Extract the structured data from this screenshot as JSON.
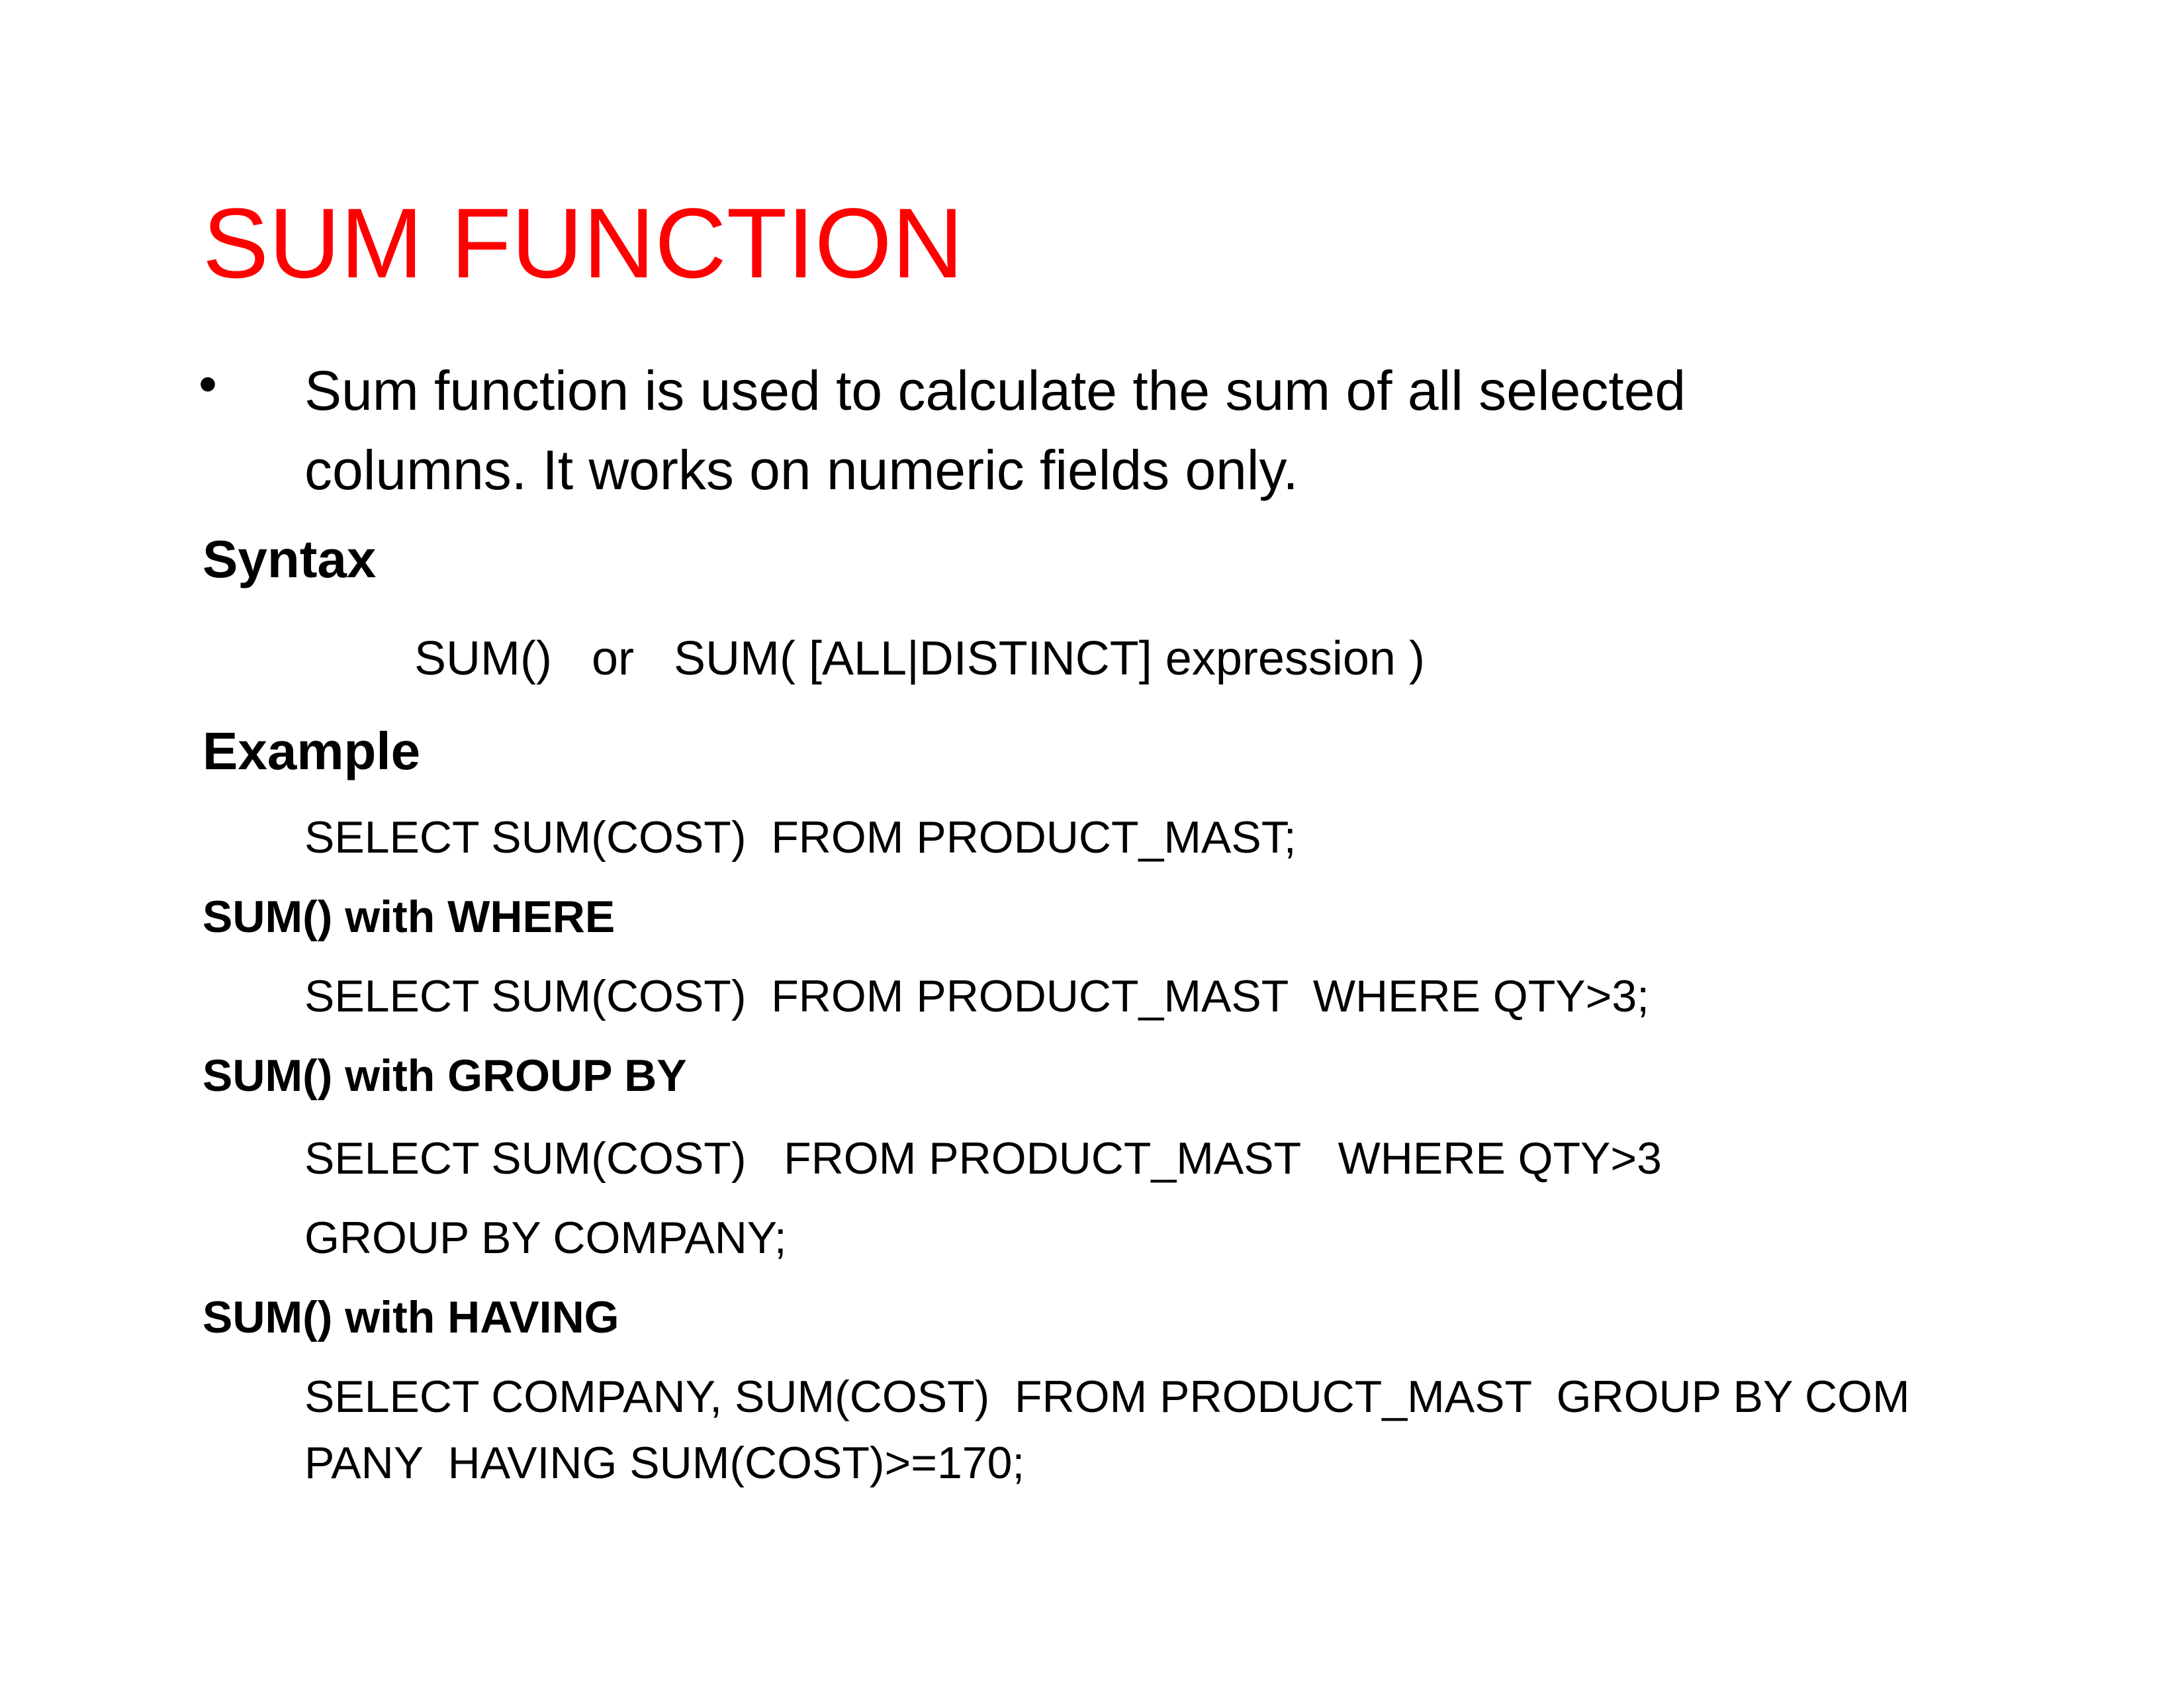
{
  "title": "SUM FUNCTION",
  "bullet": {
    "symbol": "•",
    "line1": "Sum function is used to calculate the sum of all selected",
    "line2": "columns. It works on numeric fields only."
  },
  "syntax": {
    "heading": "Syntax",
    "text": "SUM()   or   SUM( [ALL|DISTINCT] expression )"
  },
  "example": {
    "heading": "Example",
    "code": "SELECT SUM(COST)  FROM PRODUCT_MAST;"
  },
  "with_where": {
    "heading": "SUM() with WHERE",
    "code": "SELECT SUM(COST)  FROM PRODUCT_MAST  WHERE QTY>3;"
  },
  "with_group_by": {
    "heading": "SUM() with GROUP BY",
    "code_line1": "SELECT SUM(COST)   FROM PRODUCT_MAST   WHERE QTY>3",
    "code_line2": "GROUP BY COMPANY;"
  },
  "with_having": {
    "heading": "SUM() with HAVING",
    "code_line1": "SELECT COMPANY, SUM(COST)  FROM PRODUCT_MAST  GROUP BY COM",
    "code_line2": "PANY  HAVING SUM(COST)>=170;"
  },
  "colors": {
    "title": "#ff0000",
    "text": "#000000",
    "background": "#ffffff"
  }
}
